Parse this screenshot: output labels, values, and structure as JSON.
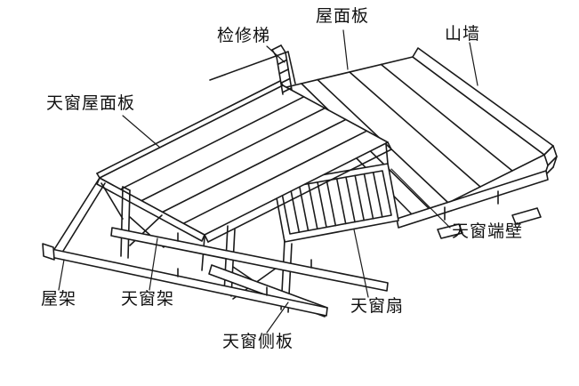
{
  "diagram": {
    "background_color": "#ffffff",
    "line_color": "#1a1a1a",
    "labels": [
      {
        "id": "roof-panel",
        "text": "屋面板"
      },
      {
        "id": "maintenance-ladder",
        "text": "检修梯"
      },
      {
        "id": "gable-wall",
        "text": "山墙"
      },
      {
        "id": "skylight-roof-panel",
        "text": "天窗屋面板"
      },
      {
        "id": "skylight-end-wall",
        "text": "天窗端壁"
      },
      {
        "id": "roof-truss",
        "text": "屋架"
      },
      {
        "id": "skylight-frame",
        "text": "天窗架"
      },
      {
        "id": "skylight-sash",
        "text": "天窗扇"
      },
      {
        "id": "skylight-side-board",
        "text": "天窗侧板"
      }
    ]
  }
}
